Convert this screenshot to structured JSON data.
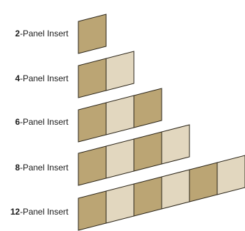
{
  "colors": {
    "dark_panel": "#bba574",
    "light_panel": "#e2d7bf",
    "outline": "#2a2418"
  },
  "rows": [
    {
      "count": "2",
      "suffix": "-Panel Insert",
      "panels": [
        "dark"
      ]
    },
    {
      "count": "4",
      "suffix": "-Panel Insert",
      "panels": [
        "dark",
        "light"
      ]
    },
    {
      "count": "6",
      "suffix": "-Panel Insert",
      "panels": [
        "dark",
        "light",
        "dark"
      ]
    },
    {
      "count": "8",
      "suffix": "-Panel Insert",
      "panels": [
        "dark",
        "light",
        "dark",
        "light"
      ]
    },
    {
      "count": "12",
      "suffix": "-Panel Insert",
      "panels": [
        "dark",
        "light",
        "dark",
        "light",
        "dark",
        "light"
      ]
    }
  ]
}
